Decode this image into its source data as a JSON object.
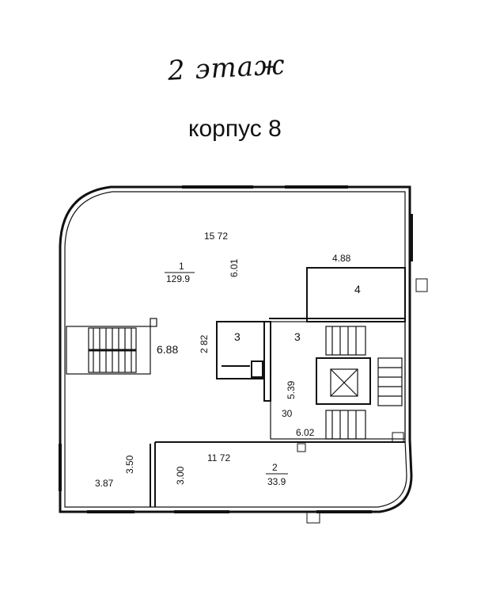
{
  "header": {
    "floor_label": "2 этаж",
    "building_label": "корпус 8"
  },
  "plan": {
    "room1": {
      "number": "1",
      "area": "129.9"
    },
    "room2": {
      "number": "2",
      "area": "33.9"
    },
    "room3a": {
      "number": "3"
    },
    "room3b": {
      "number": "3"
    },
    "room4": {
      "number": "4"
    },
    "dims": {
      "top_width": "15 72",
      "room1_depth": "6.01",
      "room4_width": "4.88",
      "stair_left": "6.88",
      "room3_small": "2 82",
      "stair_core_height": "5.39",
      "stair_core_partial": "30",
      "stair_core_width": "6.02",
      "bottom_left_height": "3.50",
      "bottom_left_width": "3.87",
      "room2_height": "3.00",
      "room2_width": "11 72"
    }
  }
}
